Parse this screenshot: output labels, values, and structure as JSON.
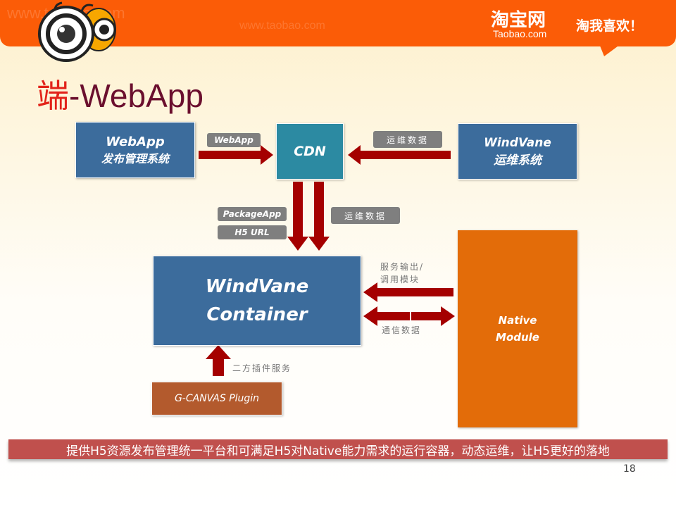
{
  "header": {
    "watermark": "www.taobao.com",
    "logo_cn": "淘宝网",
    "logo_en": "Taobao.com",
    "slogan": "淘我喜欢！"
  },
  "title": {
    "red": "端",
    "rest": "-WebApp"
  },
  "nodes": {
    "webapp_mgmt": [
      "WebApp",
      "发布管理系统"
    ],
    "cdn": "CDN",
    "windvane_ops": [
      "WindVane",
      "运维系统"
    ],
    "container": [
      "WindVane",
      "Container"
    ],
    "native": [
      "Native",
      "Module"
    ],
    "gcanvas": "G-CANVAS Plugin"
  },
  "edges": {
    "webapp": "WebApp",
    "ops_data_1": "运维数据",
    "package_app": "PackageApp",
    "h5_url": "H5 URL",
    "ops_data_2": "运维数据",
    "service_out": [
      "服务输出/",
      "调用模块"
    ],
    "comm_data": "通信数据",
    "plugin_service": "二方插件服务"
  },
  "footer": {
    "summary": "提供H5资源发布管理统一平台和可满足H5对Native能力需求的运行容器，动态运维，让H5更好的落地",
    "page_number": "18"
  },
  "colors": {
    "banner": "#fb5c07",
    "arrow": "#a50000",
    "blue": "#3c6c9c",
    "orange": "#e36c09",
    "plugin": "#b35a2d"
  }
}
